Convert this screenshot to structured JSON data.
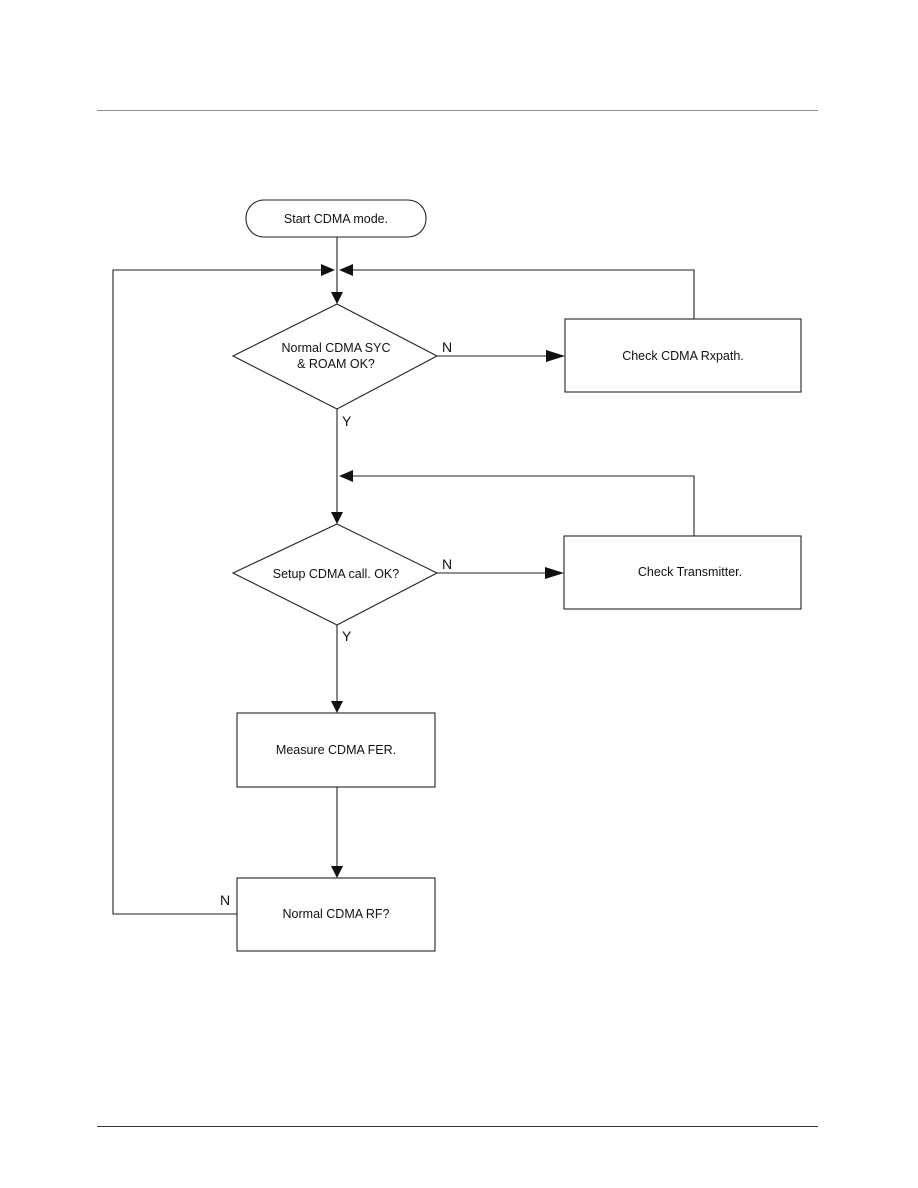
{
  "flowchart": {
    "nodes": {
      "start": {
        "text": "Start CDMA mode."
      },
      "sync_decision": {
        "line1": "Normal CDMA SYC",
        "line2": "& ROAM OK?"
      },
      "check_rx": {
        "text": "Check CDMA Rxpath."
      },
      "call_decision": {
        "text": "Setup CDMA call. OK?"
      },
      "check_tx": {
        "text": "Check Transmitter."
      },
      "measure_fer": {
        "text": "Measure CDMA FER."
      },
      "rf_check": {
        "text": "Normal CDMA RF?"
      }
    },
    "branch_labels": {
      "sync_no": "N",
      "sync_yes": "Y",
      "call_no": "N",
      "call_yes": "Y",
      "rf_no": "N"
    }
  }
}
